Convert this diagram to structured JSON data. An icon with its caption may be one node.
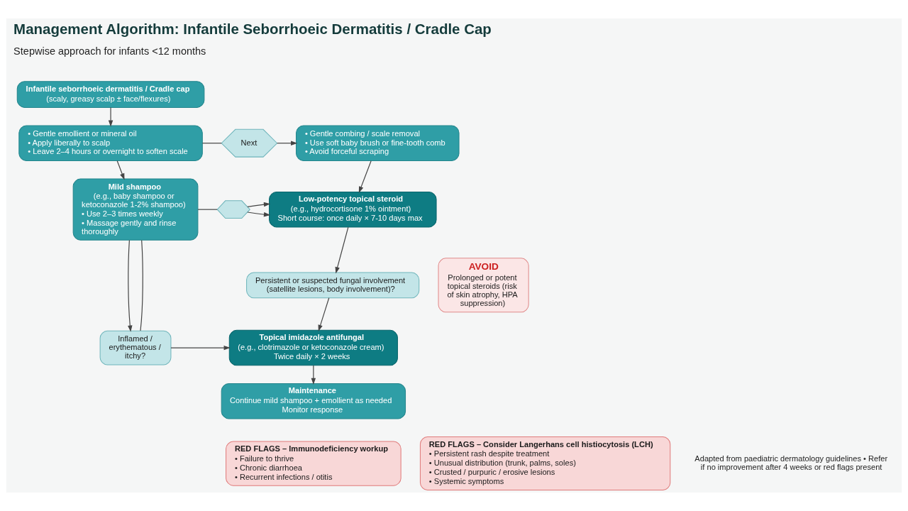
{
  "diagram": {
    "title": "Management Algorithm: Infantile Seborrhoeic Dermatitis / Cradle Cap",
    "nodes": [
      {
        "text": [
          "Infantile seborrhoeic dermatitis / Cradle cap",
          "(scaly, greasy scalp ± face/flexures)"
        ]
      },
      {
        "text": [
          "• Gentle emollient or mineral oil",
          "• Apply liberally to scalp",
          "• Leave 2–4 hours or overnight to soften scale"
        ]
      },
      {
        "text": [
          "Next"
        ]
      },
      {
        "text": [
          "• Gentle combing / scale removal",
          "• Use soft baby brush or fine-tooth comb",
          "• Avoid forceful scraping"
        ]
      },
      {
        "text": [
          "Mild shampoo",
          "(e.g., baby shampoo or ketoconazole 1-2% shampoo)",
          "• Use 2–3 times weekly",
          "• Massage gently and rinse thoroughly"
        ]
      },
      {
        "text": [],
        "shape": "hexagon"
      },
      {
        "text": [
          "Low-potency topical steroid",
          "(e.g., hydrocortisone 1% ointment)",
          "Short course: once daily × 7-10 days max"
        ]
      },
      {
        "text": [
          "Persistent or suspected fungal involvement (satellite lesions, body involvement)?"
        ]
      },
      {
        "text": [
          "Inflamed / erythematous / itchy?"
        ]
      },
      {
        "text": [
          "Topical imidazole antifungal",
          "(e.g., clotrimazole or ketoconazole cream)",
          "Twice daily × 2 weeks"
        ]
      },
      {
        "text": [
          "Maintenance",
          "Continue mild shampoo + emollient as needed",
          "Monitor response"
        ]
      },
      {
        "text": [
          "AVOID",
          "Prolonged or potent topical steroids (risk of skin atrophy, HPA suppression)"
        ]
      },
      {
        "text": [
          "RED FLAGS – Immunodeficiency workup",
          "• Failure to thrive",
          "• Chronic diarrhoea",
          "• Recurrent infections / otitis"
        ]
      },
      {
        "text": [
          "RED FLAGS – Consider Langerhans cell histiocytosis (LCH)",
          "• Persistent rash despite treatment",
          "• Unusual distribution (trunk, palms, soles)",
          "• Crusted / purpuric / erosive lesions",
          "• Systemic symptoms"
        ]
      }
    ],
    "edges": [
      {
        "from": 0,
        "to": 1,
        "arrow": "to"
      },
      {
        "from": 1,
        "to": 2,
        "arrow": "none"
      },
      {
        "from": 2,
        "to": 3,
        "arrow": "to"
      },
      {
        "from": 1,
        "to": 4,
        "arrow": "to"
      },
      {
        "from": 3,
        "to": 6,
        "arrow": "to"
      },
      {
        "from": 4,
        "to": 5,
        "arrow": "none"
      },
      {
        "from": 5,
        "to": 6,
        "arrow": "to"
      },
      {
        "from": 5,
        "to": 6,
        "arrow": "to"
      },
      {
        "from": 6,
        "to": 7,
        "arrow": "to"
      },
      {
        "from": 4,
        "to": 8,
        "arrow": "to"
      },
      {
        "from": 4,
        "to": 8,
        "arrow": "none"
      },
      {
        "from": 8,
        "to": 9,
        "arrow": "to"
      },
      {
        "from": 7,
        "to": 9,
        "arrow": "to"
      },
      {
        "from": 9,
        "to": 10,
        "arrow": "to"
      }
    ],
    "labels": [
      "Stepwise approach for infants <12 months",
      "Adapted from paediatric dermatology guidelines • Refer if no improvement after 4 weeks or red flags present"
    ]
  }
}
